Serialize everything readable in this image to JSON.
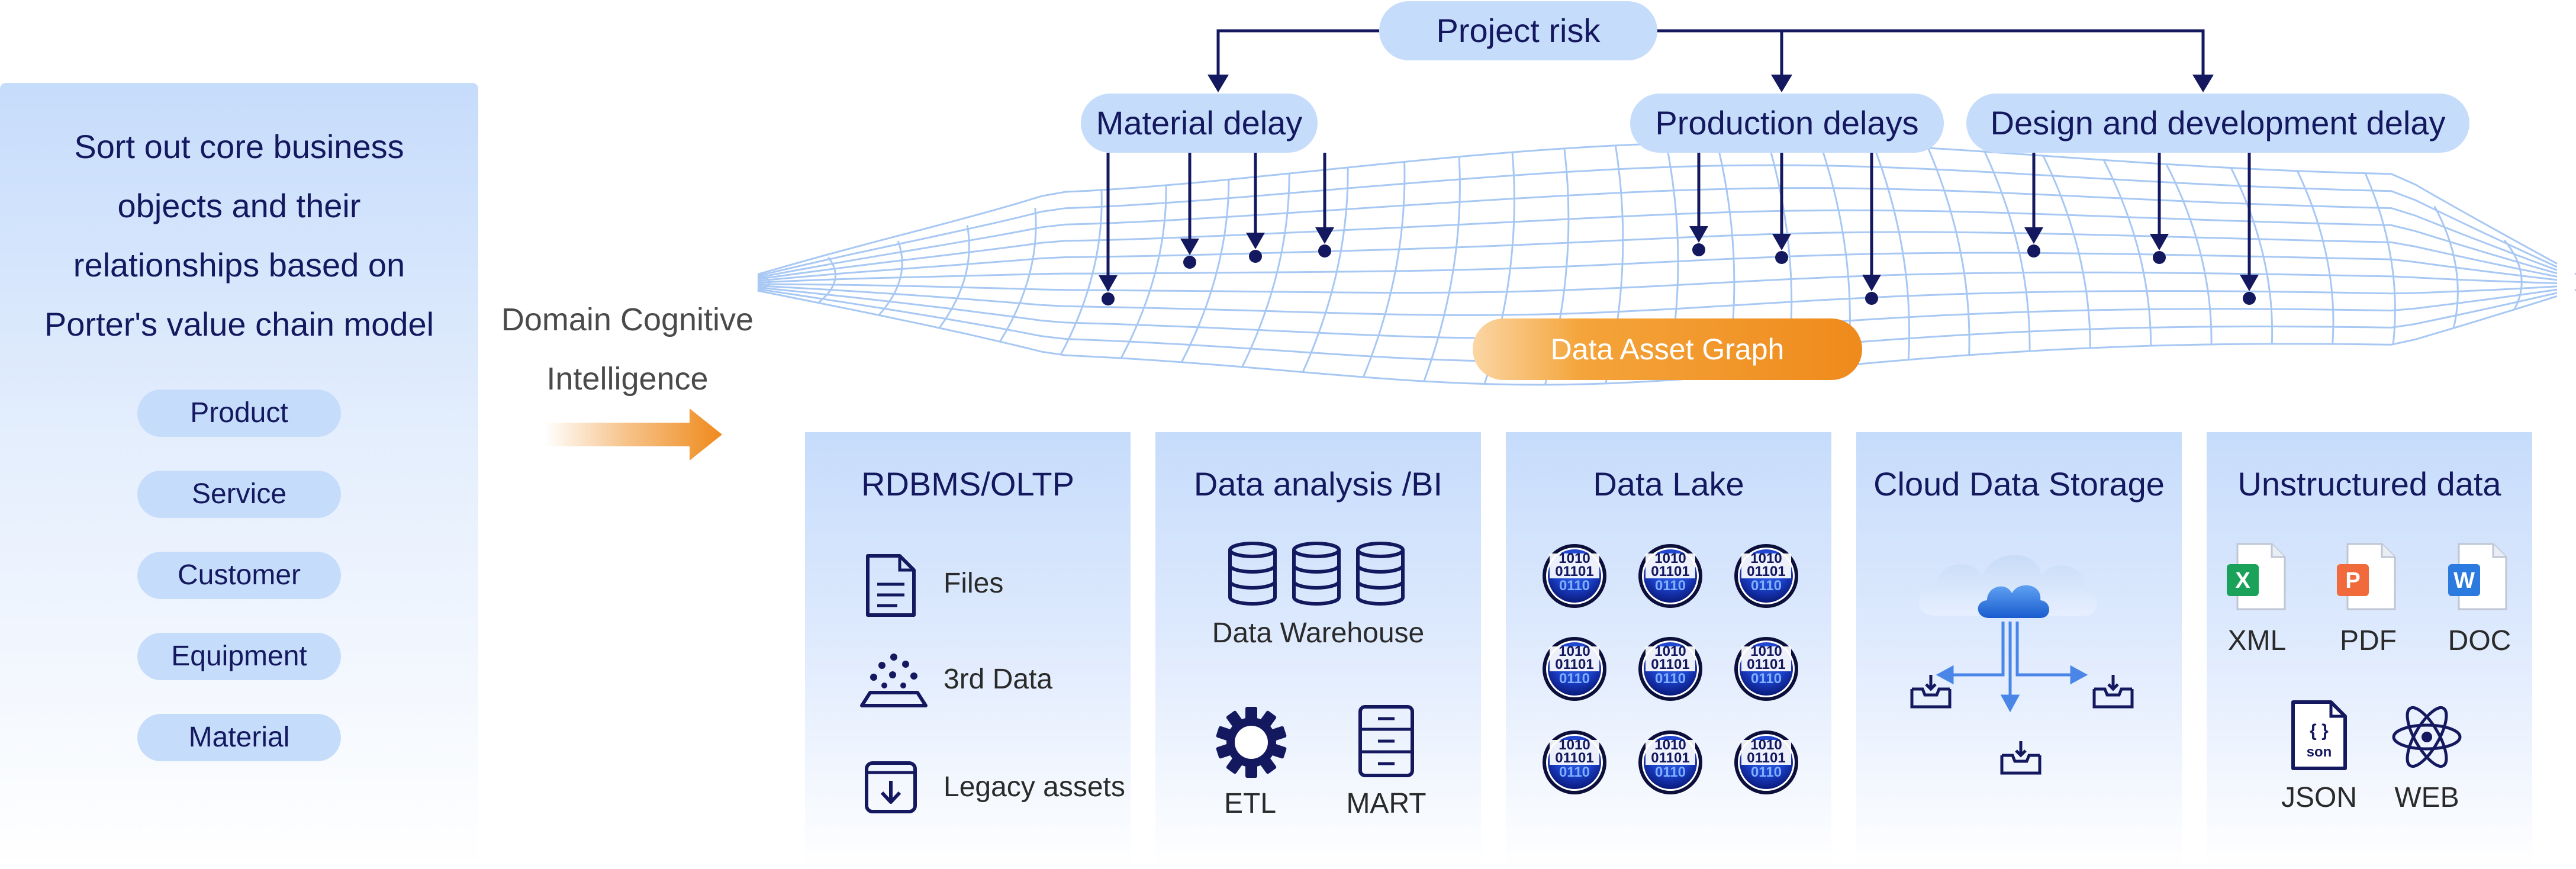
{
  "left_panel": {
    "title_lines": [
      "Sort out core business",
      "objects and their",
      "relationships based on",
      "Porter's value chain model"
    ],
    "items": [
      "Product",
      "Service",
      "Customer",
      "Equipment",
      "Material"
    ]
  },
  "middle": {
    "label_lines": [
      "Domain Cognitive",
      "Intelligence"
    ]
  },
  "risk_tree": {
    "root": "Project risk",
    "children": [
      "Material delay",
      "Production delays",
      "Design and development delay"
    ]
  },
  "graph_label": "Data Asset Graph",
  "sources": {
    "rdbms": {
      "title": "RDBMS/OLTP",
      "items": [
        "Files",
        "3rd Data",
        "Legacy assets"
      ]
    },
    "bi": {
      "title": "Data analysis /BI",
      "warehouse": "Data Warehouse",
      "etl": "ETL",
      "mart": "MART"
    },
    "lake": {
      "title": "Data Lake",
      "binary_text": [
        "1010",
        "01101",
        "0110"
      ]
    },
    "cloud": {
      "title": "Cloud Data Storage"
    },
    "unstructured": {
      "title": "Unstructured data",
      "items": [
        "XML",
        "PDF",
        "DOC",
        "JSON",
        "WEB"
      ],
      "json_glyph": "{ }",
      "json_sub": "son"
    }
  },
  "colors": {
    "navy": "#14185e",
    "pill_blue": "#c6dcfb",
    "mesh_blue": "#a8c8f4",
    "orange": "#ef8a1c",
    "xml_green": "#1aa25a",
    "pdf_red": "#f06a3c",
    "doc_blue": "#2b7ae0"
  }
}
